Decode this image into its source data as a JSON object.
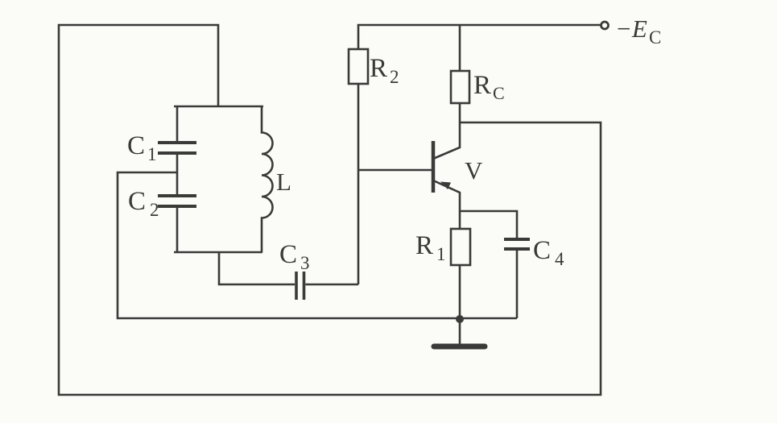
{
  "colors": {
    "ink": "#3a3a38",
    "paper": "#fbfbf8"
  },
  "labels": {
    "c1": {
      "base": "C",
      "sub": "1"
    },
    "c2": {
      "base": "C",
      "sub": "2"
    },
    "c3": {
      "base": "C",
      "sub": "3"
    },
    "c4": {
      "base": "C",
      "sub": "4"
    },
    "r1": {
      "base": "R",
      "sub": "1"
    },
    "r2": {
      "base": "R",
      "sub": "2"
    },
    "rc": {
      "base": "R",
      "sub": "C"
    },
    "inductor": {
      "base": "L"
    },
    "transistor": {
      "base": "V"
    },
    "supply": {
      "base": "−E",
      "sub": "C"
    }
  }
}
